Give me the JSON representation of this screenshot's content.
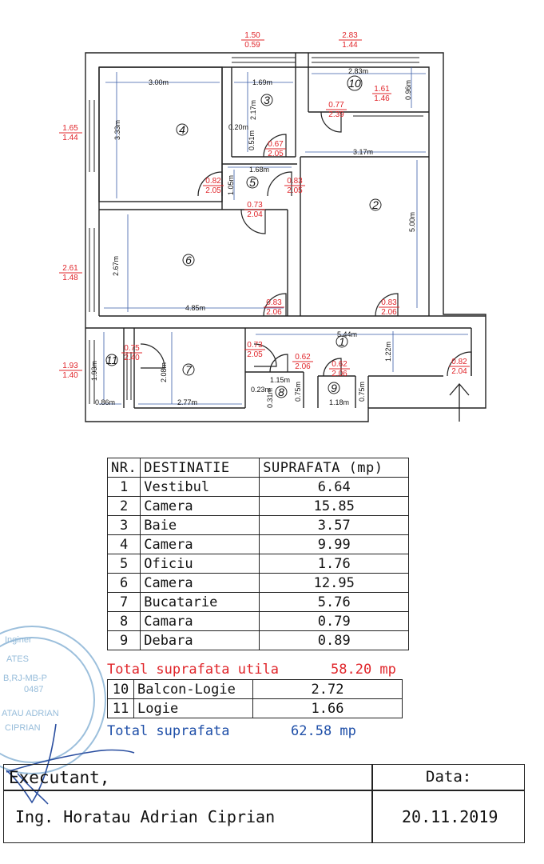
{
  "plan": {
    "outside_dims": [
      {
        "id": "o1",
        "top": "1.50",
        "bottom": "0.59"
      },
      {
        "id": "o2",
        "top": "2.83",
        "bottom": "1.44"
      },
      {
        "id": "o3",
        "top": "1.65",
        "bottom": "1.44"
      },
      {
        "id": "o4",
        "top": "2.61",
        "bottom": "1.48"
      },
      {
        "id": "o5",
        "top": "1.93",
        "bottom": "1.40"
      }
    ],
    "door_dims": [
      {
        "id": "d1",
        "top": "1.61",
        "bottom": "1.46"
      },
      {
        "id": "d2",
        "top": "0.77",
        "bottom": "2.39"
      },
      {
        "id": "d3",
        "top": "0.67",
        "bottom": "2.05"
      },
      {
        "id": "d4",
        "top": "0.82",
        "bottom": "2.05"
      },
      {
        "id": "d5",
        "top": "0.83",
        "bottom": "2.05"
      },
      {
        "id": "d6",
        "top": "0.73",
        "bottom": "2.04"
      },
      {
        "id": "d7",
        "top": "0.83",
        "bottom": "2.06"
      },
      {
        "id": "d8",
        "top": "0.83",
        "bottom": "2.06"
      },
      {
        "id": "d9",
        "top": "0.75",
        "bottom": "2.40"
      },
      {
        "id": "d10",
        "top": "0.73",
        "bottom": "2.05"
      },
      {
        "id": "d11",
        "top": "0.62",
        "bottom": "2.06"
      },
      {
        "id": "d12",
        "top": "0.62",
        "bottom": "2.06"
      },
      {
        "id": "d13",
        "top": "0.82",
        "bottom": "2.04"
      }
    ],
    "inner_dims": {
      "r4_w": "3.00m",
      "r4_h": "3.33m",
      "r3_w": "1.69m",
      "r3_h": "2.17m",
      "r3_a": "0.20m",
      "r3_b": "0.51m",
      "r10_w": "2.83m",
      "r10_h": "0.96m",
      "r5_w": "1.68m",
      "r5_h": "1.05m",
      "r2_w": "3.17m",
      "r2_h": "5.00m",
      "r6_w": "4.85m",
      "r6_h": "2.67m",
      "r1_w": "5.44m",
      "r1_h": "1.22m",
      "r11_h": "1.93m",
      "r11_w": "0.86m",
      "r7_h": "2.08m",
      "r7_w": "2.77m",
      "r8_w": "1.15m",
      "r8_a": "0.23m",
      "r8_b": "0.75m",
      "r8_c": "0.31m",
      "r9_w": "1.18m",
      "r9_h": "0.75m"
    },
    "room_numbers": [
      "1",
      "2",
      "3",
      "4",
      "5",
      "6",
      "7",
      "8",
      "9",
      "10",
      "11"
    ]
  },
  "table": {
    "headers": [
      "NR.",
      "DESTINATIE",
      "SUPRAFATA (mp)"
    ],
    "rows": [
      {
        "nr": "1",
        "name": "Vestibul",
        "area": "6.64"
      },
      {
        "nr": "2",
        "name": "Camera",
        "area": "15.85"
      },
      {
        "nr": "3",
        "name": "Baie",
        "area": "3.57"
      },
      {
        "nr": "4",
        "name": "Camera",
        "area": "9.99"
      },
      {
        "nr": "5",
        "name": "Oficiu",
        "area": "1.76"
      },
      {
        "nr": "6",
        "name": "Camera",
        "area": "12.95"
      },
      {
        "nr": "7",
        "name": "Bucatarie",
        "area": "5.76"
      },
      {
        "nr": "8",
        "name": "Camara",
        "area": "0.79"
      },
      {
        "nr": "9",
        "name": "Debara",
        "area": "0.89"
      }
    ],
    "total_util_label": "Total suprafata utila",
    "total_util_value": "58.20 mp",
    "extra_rows": [
      {
        "nr": "10",
        "name": "Balcon-Logie",
        "area": "2.72"
      },
      {
        "nr": "11",
        "name": "Logie",
        "area": "1.66"
      }
    ],
    "total_label": "Total suprafata",
    "total_value": "62.58 mp"
  },
  "footer": {
    "executant_label": "Executant,",
    "data_label": "Data:",
    "engineer": "Ing. Horatau Adrian Ciprian",
    "date": "20.11.2019"
  },
  "stamp": {
    "lines": [
      "Inginer",
      "ATES",
      "B,RJ-MB-P",
      "0487",
      "ATAU ADRIAN",
      "CIPRIAN"
    ]
  },
  "colors": {
    "red": "#e0252a",
    "blue": "#1f4fa8",
    "stamp": "#8bb5d6"
  }
}
